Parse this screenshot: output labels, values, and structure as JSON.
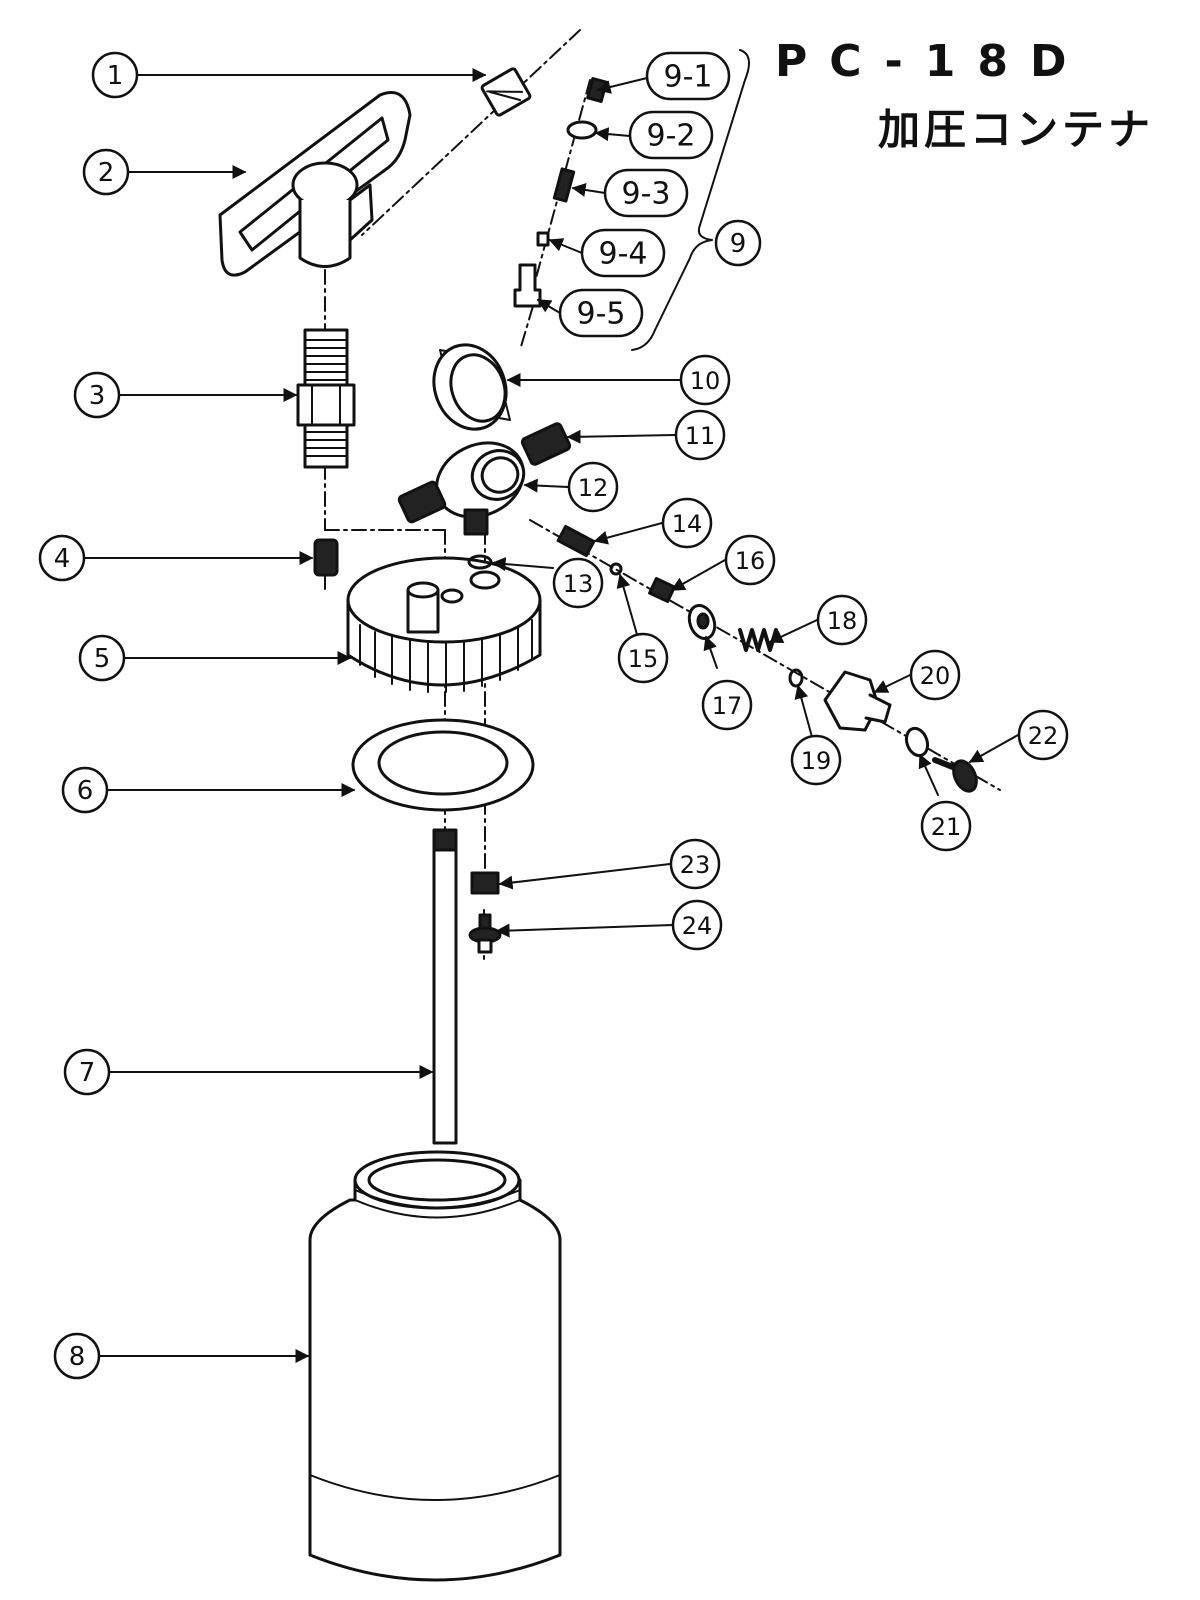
{
  "title": {
    "model": "PC-18D",
    "name": "加圧コンテナ"
  },
  "callouts": {
    "c1": "1",
    "c2": "2",
    "c3": "3",
    "c4": "4",
    "c5": "5",
    "c6": "6",
    "c7": "7",
    "c8": "8",
    "c9": "9",
    "c9_1": "9-1",
    "c9_2": "9-2",
    "c9_3": "9-3",
    "c9_4": "9-4",
    "c9_5": "9-5",
    "c10": "10",
    "c11": "11",
    "c12": "12",
    "c13": "13",
    "c14": "14",
    "c15": "15",
    "c16": "16",
    "c17": "17",
    "c18": "18",
    "c19": "19",
    "c20": "20",
    "c21": "21",
    "c22": "22",
    "c23": "23",
    "c24": "24"
  },
  "colors": {
    "ink": "#111111",
    "paper": "#ffffff",
    "shade": "#e6e6e6"
  }
}
